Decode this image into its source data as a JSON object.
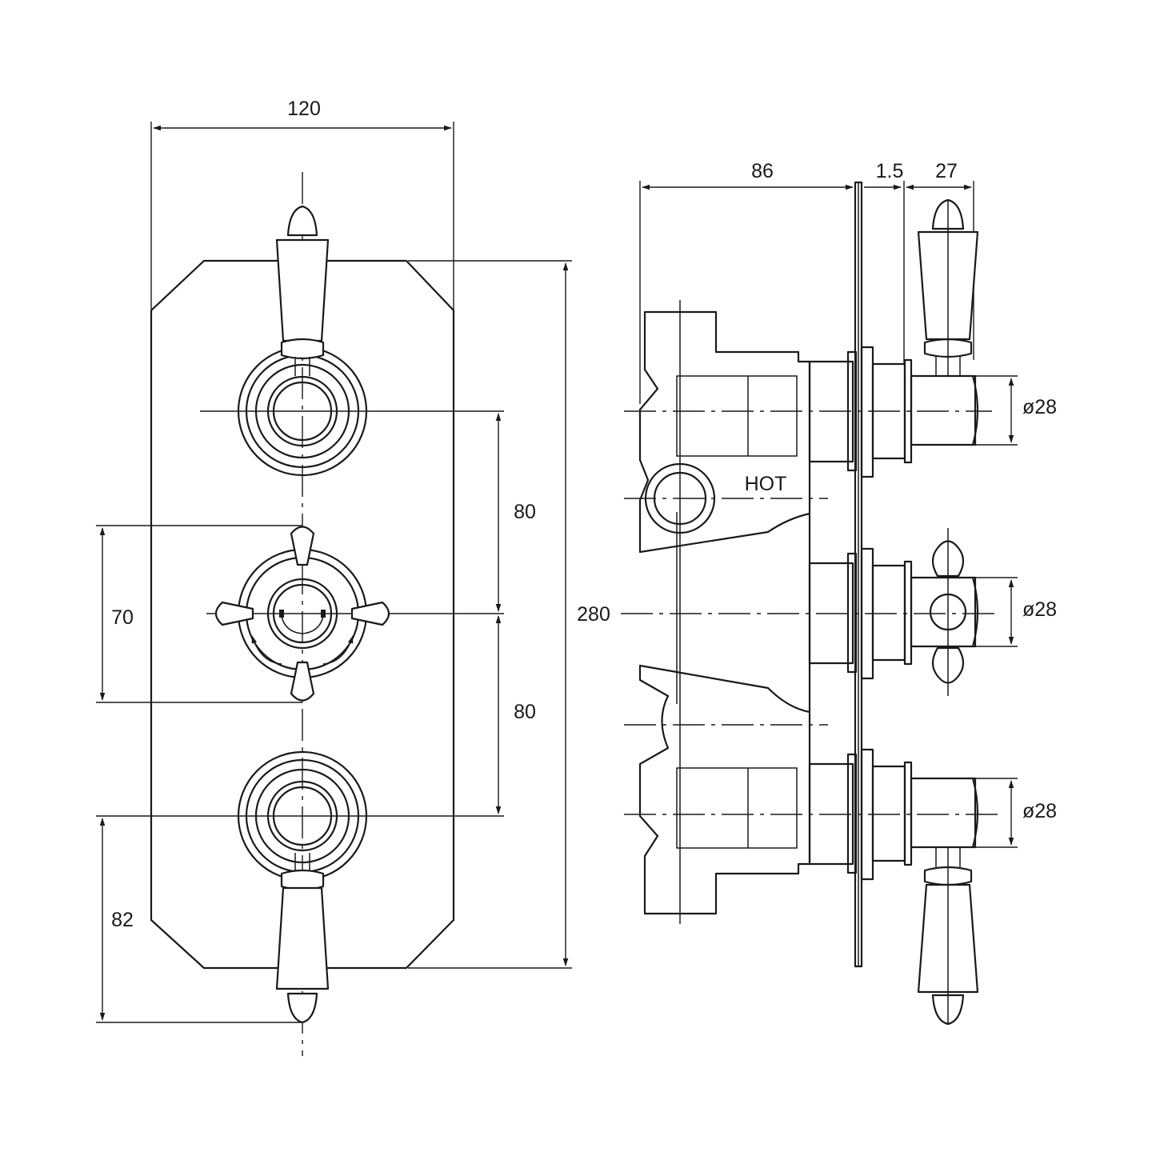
{
  "front_view": {
    "width_label": "120",
    "spacing_upper_label": "80",
    "spacing_lower_label": "80",
    "handle_span_label": "70",
    "bottom_offset_label": "82"
  },
  "side_view": {
    "depth_label": "86",
    "plate_thickness_label": "1.5",
    "handle_depth_label": "27",
    "height_label": "280",
    "hot_label": "HOT",
    "diameter_top_label": "ø28",
    "diameter_middle_label": "ø28",
    "diameter_bottom_label": "ø28"
  },
  "colors": {
    "line": "#1a1a1a",
    "background": "#ffffff"
  }
}
